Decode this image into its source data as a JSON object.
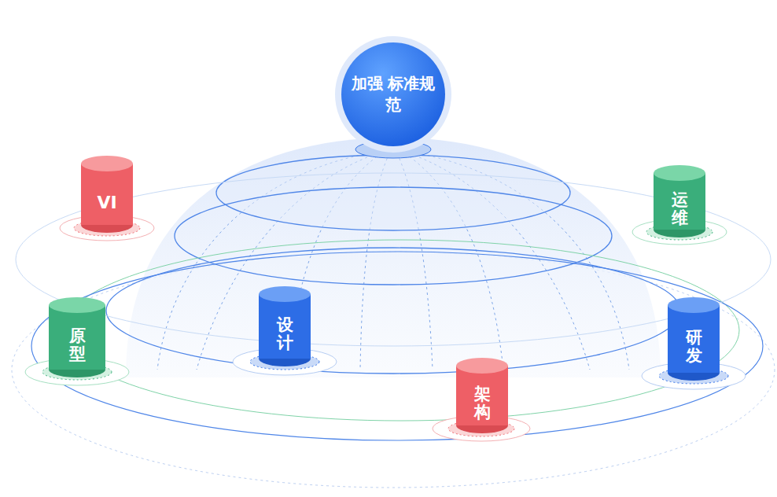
{
  "diagram": {
    "nodes": [
      {
        "text": [
          "加强 标准规范"
        ]
      },
      {
        "text": [
          "VI"
        ]
      },
      {
        "text": [
          "运维"
        ]
      },
      {
        "text": [
          "原型"
        ]
      },
      {
        "text": [
          "设计"
        ]
      },
      {
        "text": [
          "研发"
        ]
      },
      {
        "text": [
          "架构"
        ]
      }
    ]
  }
}
